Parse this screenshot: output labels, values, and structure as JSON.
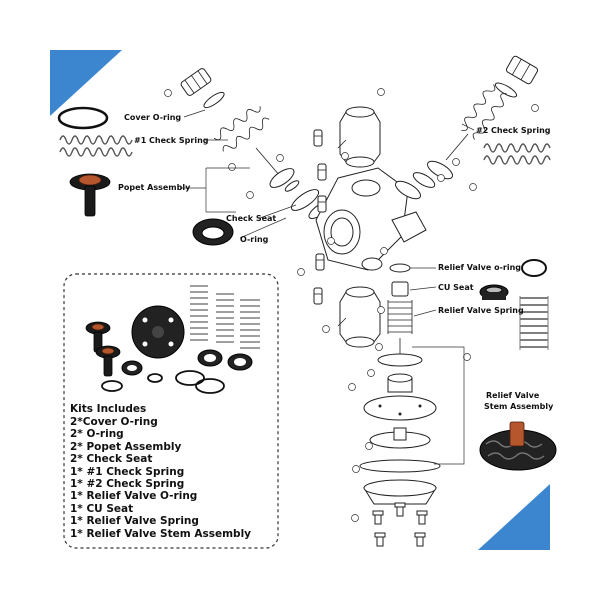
{
  "colors": {
    "corner_accent": "#3c86cf",
    "line": "#222222",
    "photo_dark": "#1a1a1a",
    "photo_copper": "#b5562c"
  },
  "labels": {
    "cover_oring": "Cover O-ring",
    "check_spring_1": "#1 Check Spring",
    "popet_assembly": "Popet Assembly",
    "check_seat": "Check Seat",
    "oring": "O-ring",
    "check_spring_2": "#2 Check Spring",
    "relief_valve_oring": "Relief Valve o-ring",
    "cu_seat": "CU Seat",
    "relief_valve_spring": "Relief Valve Spring",
    "relief_valve_stem_assembly_line1": "Relief Valve",
    "relief_valve_stem_assembly_line2": "Stem Assembly"
  },
  "kit": {
    "title": "Kits Includes",
    "items": [
      "2*Cover O-ring",
      "2* O-ring",
      "2* Popet Assembly",
      "2* Check Seat",
      "1* #1 Check Spring",
      "1* #2 Check Spring",
      "1* Relief Valve O-ring",
      "1* CU Seat",
      "1* Relief Valve Spring",
      "1* Relief Valve Stem Assembly"
    ]
  }
}
